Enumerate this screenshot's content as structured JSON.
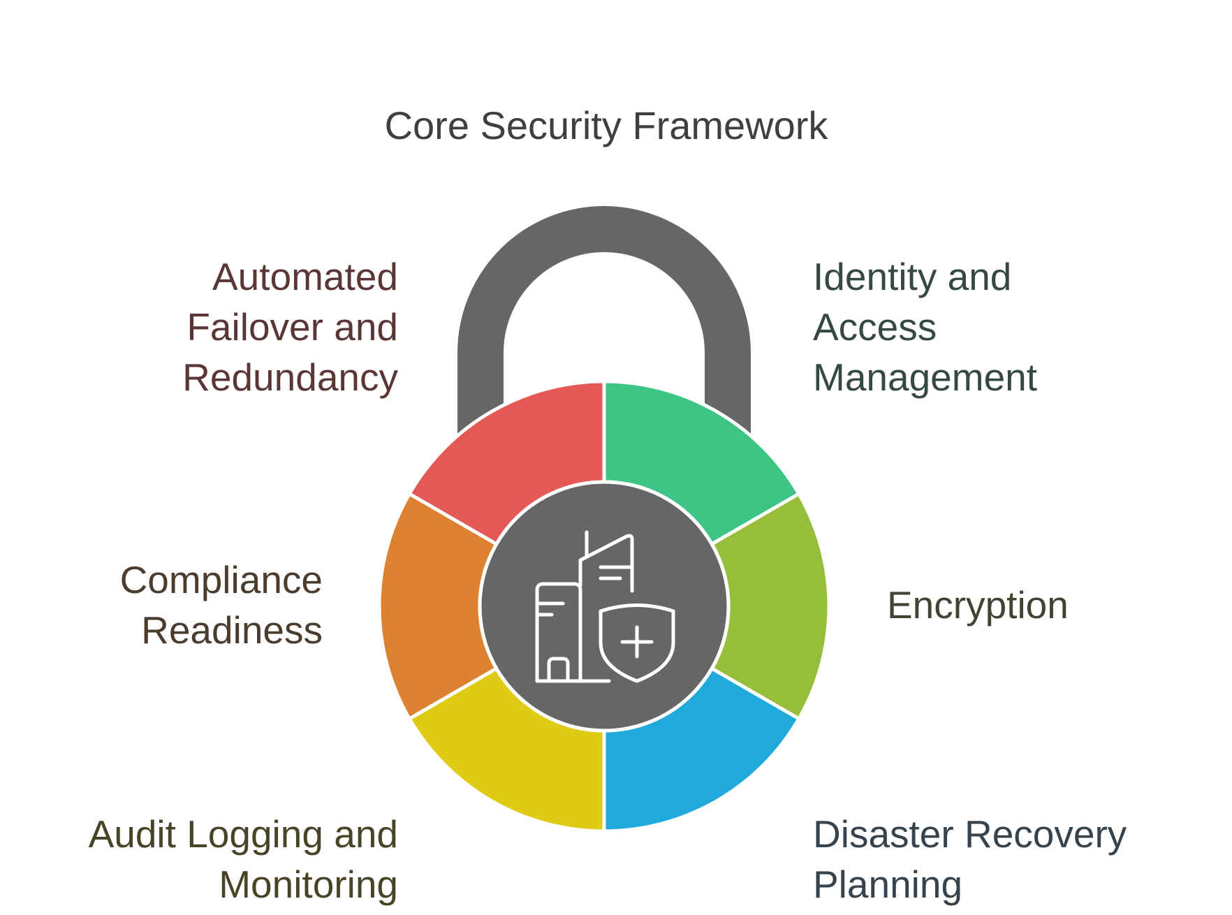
{
  "title": "Core Security Framework",
  "segments": [
    {
      "id": "failover",
      "lines": [
        "Automated",
        "Failover and",
        "Redundancy"
      ],
      "color": "#E45955",
      "text_color": "#5B3636"
    },
    {
      "id": "identity",
      "lines": [
        "Identity and",
        "Access",
        "Management"
      ],
      "color": "#3EC586",
      "text_color": "#354841"
    },
    {
      "id": "encryption",
      "lines": [
        "Encryption"
      ],
      "color": "#96BE3A",
      "text_color": "#414433"
    },
    {
      "id": "disaster",
      "lines": [
        "Disaster Recovery",
        "Planning"
      ],
      "color": "#20AADB",
      "text_color": "#36434C"
    },
    {
      "id": "audit",
      "lines": [
        "Audit Logging and",
        "Monitoring"
      ],
      "color": "#DFCB16",
      "text_color": "#474427"
    },
    {
      "id": "compliance",
      "lines": [
        "Compliance",
        "Readiness"
      ],
      "color": "#DD8231",
      "text_color": "#4B3C2E"
    }
  ],
  "colors": {
    "shackle": "#666666",
    "center": "#666666",
    "separator": "#ffffff",
    "icon": "#ffffff"
  },
  "center_icon": "building-shield-icon",
  "shackle_icon": "padlock-shackle-icon"
}
